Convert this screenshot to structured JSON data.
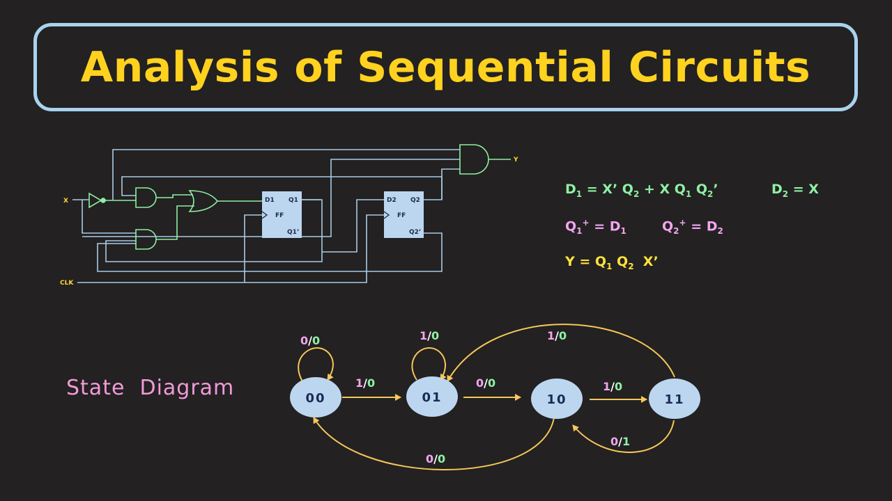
{
  "title": "Analysis of Sequential Circuits",
  "colors": {
    "background": "#232121",
    "title": "#ffd21f",
    "border": "#a9d2ee",
    "wire_blue": "#aacbe6",
    "wire_green": "#8ff0a4",
    "state_fill": "#bcd6f0",
    "arrow": "#f6c75a"
  },
  "circuit": {
    "input_x": "X",
    "input_clk": "CLK",
    "output_y": "Y",
    "ff1": {
      "d": "D1",
      "q": "Q1",
      "qn": "Q1’",
      "label": "FF"
    },
    "ff2": {
      "d": "D2",
      "q": "Q2",
      "qn": "Q2’",
      "label": "FF"
    }
  },
  "equations": {
    "d1": {
      "a": "D",
      "a_sub": "1",
      "b": " = X’ Q",
      "b_sub": "2",
      "c": " + X Q",
      "c_sub": "1",
      "d": " Q",
      "d_sub": "2",
      "e": "’"
    },
    "d2": {
      "a": "D",
      "a_sub": "2",
      "b": " = X"
    },
    "q1p": {
      "a": "Q",
      "a_sub": "1",
      "a_sup": "+",
      "b": " = D",
      "b_sub": "1"
    },
    "q2p": {
      "a": "Q",
      "a_sub": "2",
      "a_sup": "+",
      "b": " = D",
      "b_sub": "2"
    },
    "y": {
      "a": "Y = Q",
      "a_sub": "1",
      "b": " Q",
      "b_sub": "2",
      "c": "  X’"
    }
  },
  "state_diagram": {
    "label": "State  Diagram",
    "states": [
      "00",
      "01",
      "10",
      "11"
    ],
    "transitions": [
      {
        "in": "0",
        "out": "0",
        "from": "00",
        "to": "00"
      },
      {
        "in": "1",
        "out": "0",
        "from": "00",
        "to": "01"
      },
      {
        "in": "1",
        "out": "0",
        "from": "01",
        "to": "01"
      },
      {
        "in": "0",
        "out": "0",
        "from": "01",
        "to": "10"
      },
      {
        "in": "1",
        "out": "0",
        "from": "10",
        "to": "11"
      },
      {
        "in": "1",
        "out": "0",
        "from": "11",
        "to": "01"
      },
      {
        "in": "0",
        "out": "1",
        "from": "11",
        "to": "10"
      },
      {
        "in": "0",
        "out": "0",
        "from": "10",
        "to": "00"
      }
    ]
  }
}
